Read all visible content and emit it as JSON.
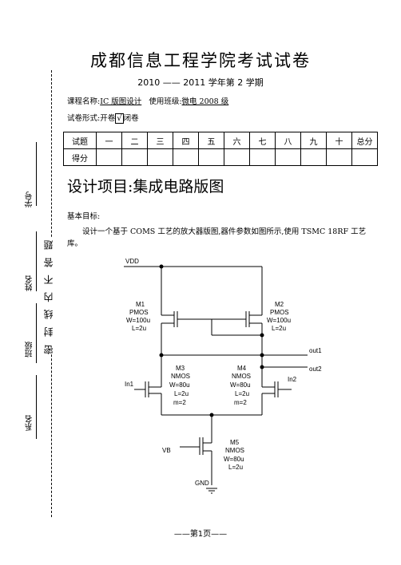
{
  "header": {
    "title": "成都信息工程学院考试试卷",
    "year_line": "2010 —— 2011 学年第 2 学期"
  },
  "course": {
    "name_label": "课程名称:",
    "name_value": "IC 版图设计",
    "class_label": "使用班级:",
    "class_value": "微电 2008 级"
  },
  "exam_form": {
    "label": "试卷形式:",
    "open": "开卷",
    "checkbox": "√",
    "closed": "闭卷"
  },
  "score_table": {
    "row1": [
      "试题",
      "一",
      "二",
      "三",
      "四",
      "五",
      "六",
      "七",
      "八",
      "九",
      "十",
      "总分"
    ],
    "row2_label": "得分"
  },
  "project": {
    "title": "设计项目:集成电路版图",
    "goal_label": "基本目标:",
    "goal_text": "设计一个基于 COMS 工艺的放大器版图,器件参数如图所示,使用 TSMC 18RF 工艺库。"
  },
  "side_margin": {
    "department": "系名",
    "class": "班级",
    "name": "姓名",
    "student_id": "学号",
    "seal_notice": "密 封 线 内 不 答 题"
  },
  "circuit": {
    "vdd": "VDD",
    "gnd": "GND",
    "vb": "VB",
    "in1": "In1",
    "in2": "In2",
    "out1": "out1",
    "out2": "out2",
    "m1": [
      "M1",
      "PMOS",
      "W=100u",
      "L=2u"
    ],
    "m2": [
      "M2",
      "PMOS",
      "W=100u",
      "L=2u"
    ],
    "m3": [
      "M3",
      "NMOS",
      "W=80u",
      "L=2u",
      "m=2"
    ],
    "m4": [
      "M4",
      "NMOS",
      "W=80u",
      "L=2u",
      "m=2"
    ],
    "m5": [
      "M5",
      "NMOS",
      "W=80u",
      "L=2u"
    ]
  },
  "footer": {
    "page": "——第1页——"
  }
}
